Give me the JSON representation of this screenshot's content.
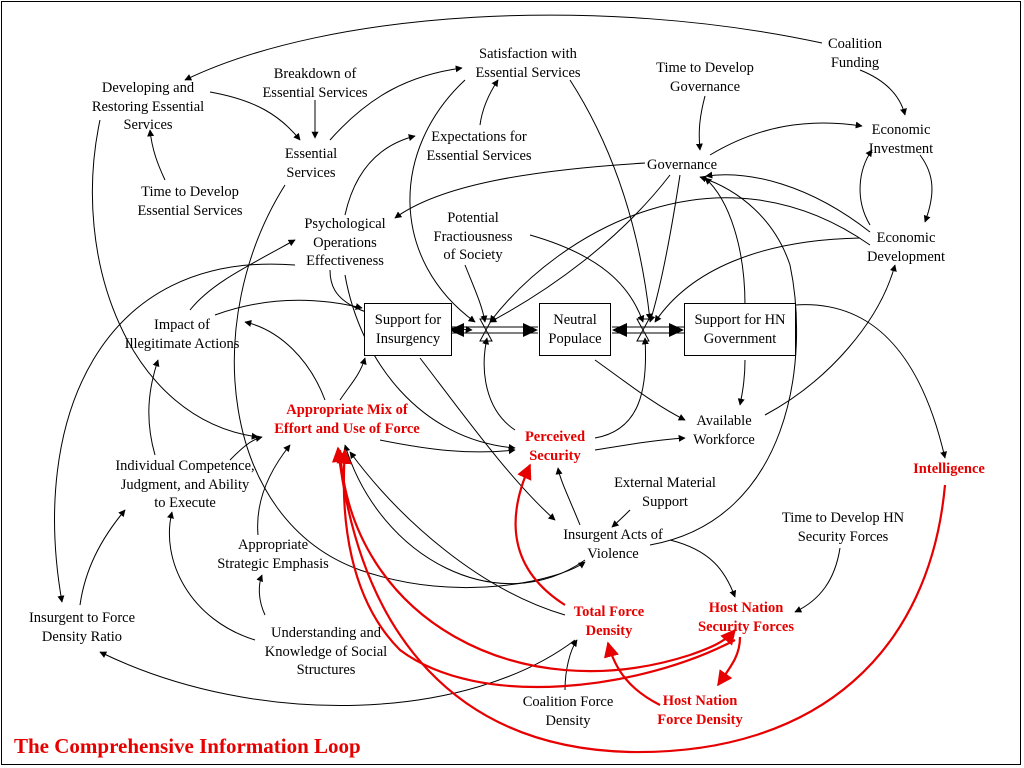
{
  "title": "The Comprehensive Information Loop",
  "colors": {
    "loop_red": "#e60000",
    "link_black": "#000000"
  },
  "nodes": {
    "coalition_funding": "Coalition\nFunding",
    "developing_restoring": "Developing and\nRestoring Essential\nServices",
    "breakdown_essential": "Breakdown of\nEssential Services",
    "satisfaction_essential": "Satisfaction with\nEssential Services",
    "time_develop_governance": "Time to Develop\nGovernance",
    "economic_investment": "Economic\nInvestment",
    "essential_services": "Essential\nServices",
    "expectations_essential": "Expectations for\nEssential Services",
    "governance": "Governance",
    "time_develop_essential": "Time to Develop\nEssential Services",
    "psyops": "Psychological\nOperations\nEffectiveness",
    "potential_fractiousness": "Potential\nFractiousness\nof Society",
    "economic_development": "Economic\nDevelopment",
    "impact_illegitimate": "Impact of\nIllegitimate Actions",
    "support_insurgency": "Support for\nInsurgency",
    "neutral_populace": "Neutral\nPopulace",
    "support_hn_government": "Support for HN\nGovernment",
    "appropriate_mix": "Appropriate Mix of\nEffort and Use of Force",
    "perceived_security": "Perceived\nSecurity",
    "available_workforce": "Available\nWorkforce",
    "intelligence": "Intelligence",
    "individual_competence": "Individual Competence,\nJudgment, and Ability\nto Execute",
    "external_material": "External Material\nSupport",
    "time_develop_hn": "Time to Develop HN\nSecurity Forces",
    "insurgent_acts": "Insurgent Acts of\nViolence",
    "appropriate_strategic": "Appropriate\nStrategic Emphasis",
    "insurgent_force_ratio": "Insurgent to Force\nDensity Ratio",
    "total_force_density": "Total Force\nDensity",
    "host_nation_security": "Host Nation\nSecurity Forces",
    "understanding_social": "Understanding and\nKnowledge of Social\nStructures",
    "coalition_force_density": "Coalition Force\nDensity",
    "host_nation_force_density": "Host Nation\nForce Density"
  }
}
